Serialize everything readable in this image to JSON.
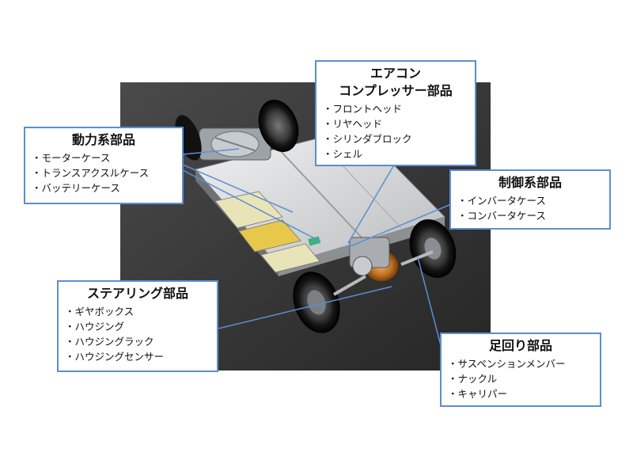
{
  "callouts": {
    "aircon": {
      "title_line1": "エアコン",
      "title_line2": "コンプレッサー部品",
      "items": [
        "フロントヘッド",
        "リヤヘッド",
        "シリンダブロック",
        "シェル"
      ]
    },
    "power": {
      "title": "動力系部品",
      "items": [
        "モーターケース",
        "トランスアクスルケース",
        "バッテリーケース"
      ]
    },
    "control": {
      "title": "制御系部品",
      "items": [
        "インバータケース",
        "コンバータケース"
      ]
    },
    "steering": {
      "title": "ステアリング部品",
      "items": [
        "ギヤボックス",
        "ハウジング",
        "ハウジングラック",
        "ハウジングセンサー"
      ]
    },
    "suspension": {
      "title": "足回り部品",
      "items": [
        "サスペンションメンバー",
        "ナックル",
        "キャリパー"
      ]
    }
  },
  "colors": {
    "callout_border": "#5b8fd0",
    "leader_line": "#5b8fd0",
    "photo_background": "#3a3a3a"
  }
}
